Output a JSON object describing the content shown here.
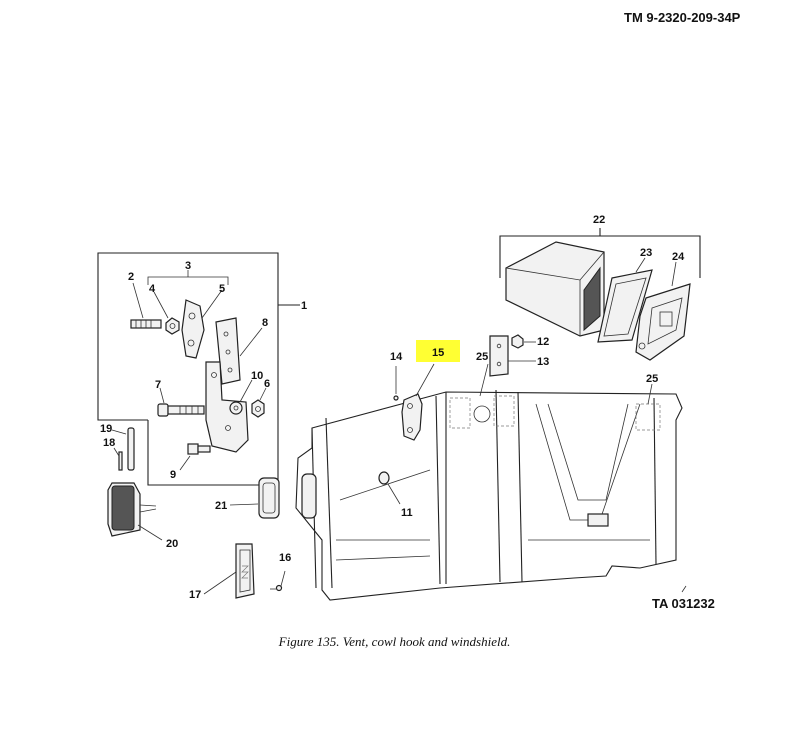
{
  "header": {
    "tm_number": "TM  9-2320-209-34P"
  },
  "figure": {
    "caption": "Figure 135. Vent, cowl hook and windshield.",
    "ta_number": "TA 031232",
    "highlight_color": "#ffff33",
    "callouts": {
      "c1": "1",
      "c2": "2",
      "c3": "3",
      "c4": "4",
      "c5": "5",
      "c6": "6",
      "c7": "7",
      "c8": "8",
      "c9": "9",
      "c10": "10",
      "c11": "11",
      "c12": "12",
      "c13": "13",
      "c14": "14",
      "c15": "15",
      "c16": "16",
      "c17": "17",
      "c18": "18",
      "c19": "19",
      "c20": "20",
      "c21": "21",
      "c22": "22",
      "c23": "23",
      "c24": "24",
      "c25a": "25",
      "c25b": "25"
    }
  }
}
